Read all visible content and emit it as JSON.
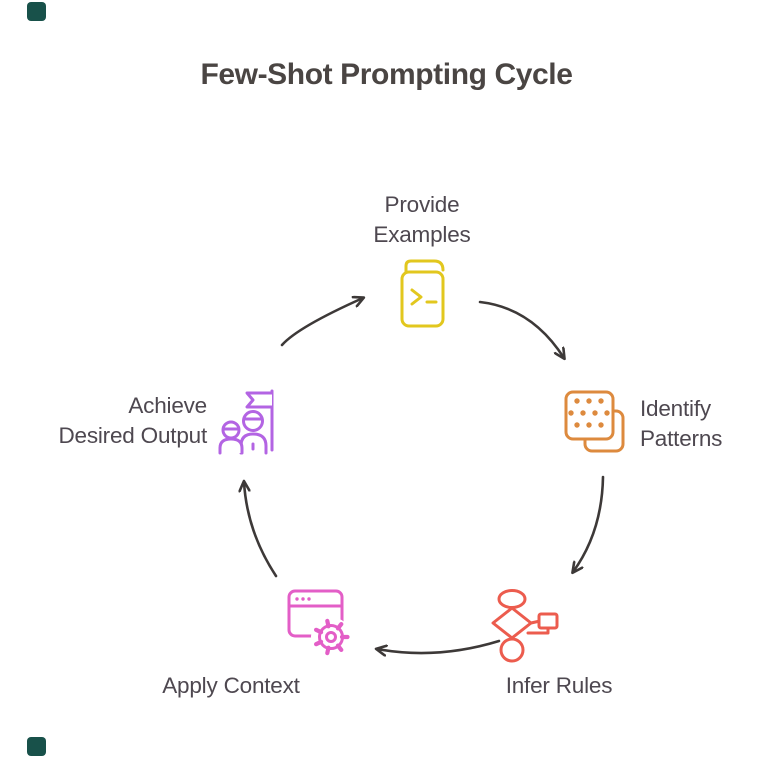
{
  "page": {
    "background": "#ffffff",
    "corner_marker_color": "#18514a"
  },
  "title": {
    "text": "Few-Shot Prompting Cycle",
    "color": "#4a4543"
  },
  "diagram": {
    "type": "cycle",
    "arrow_color": "#3d3938",
    "label_color": "#4e4850",
    "nodes": [
      {
        "id": "provide-examples",
        "label_line1": "Provide",
        "label_line2": "Examples",
        "icon": "terminal-book-icon",
        "color": "#e2c71e",
        "position": "top"
      },
      {
        "id": "identify-patterns",
        "label_line1": "Identify",
        "label_line2": "Patterns",
        "icon": "pattern-squares-icon",
        "color": "#dd8a3e",
        "position": "right"
      },
      {
        "id": "infer-rules",
        "label_line1": "Infer Rules",
        "icon": "flowchart-icon",
        "color": "#ec5c4e",
        "position": "bottom-right"
      },
      {
        "id": "apply-context",
        "label_line1": "Apply Context",
        "icon": "window-gear-icon",
        "color": "#e35ec7",
        "position": "bottom-left"
      },
      {
        "id": "achieve-desired-output",
        "label_line1": "Achieve",
        "label_line2": "Desired Output",
        "icon": "team-flag-icon",
        "color": "#b364e3",
        "position": "left"
      }
    ]
  }
}
